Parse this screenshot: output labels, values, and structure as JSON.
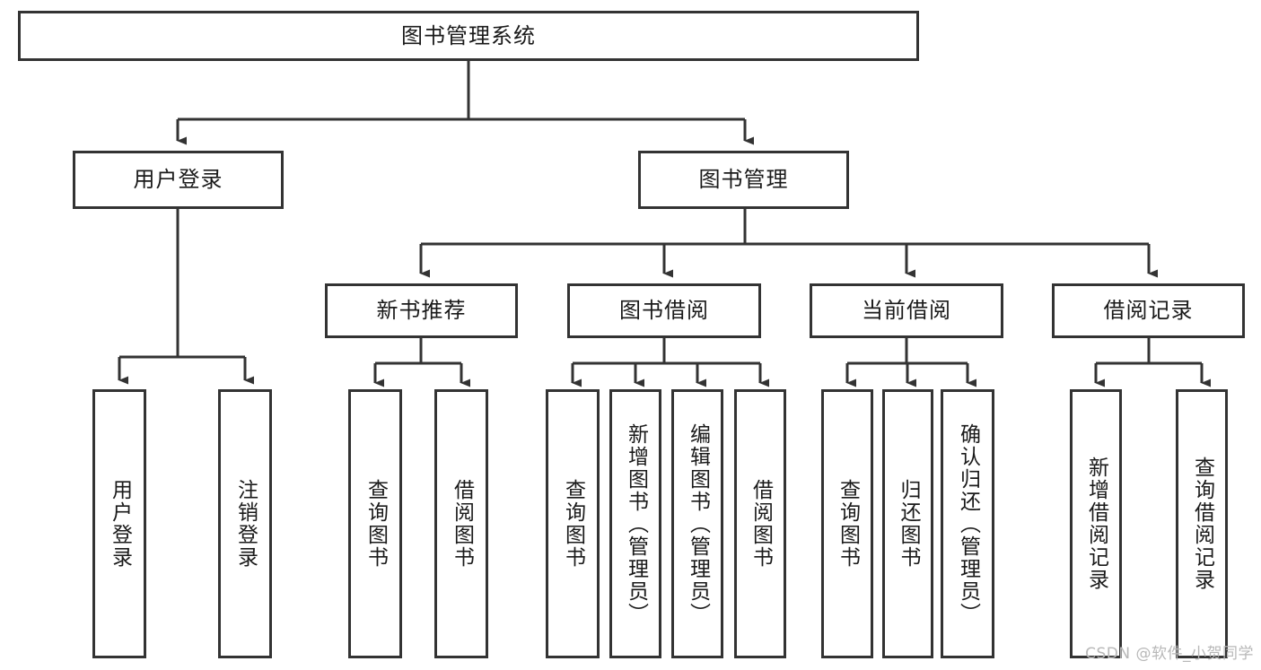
{
  "diagram": {
    "type": "tree",
    "title": "图书管理系统",
    "watermark": "CSDN @软件_小贺同学",
    "colors": {
      "border": "#333333",
      "background": "#ffffff",
      "text": "#1a1a1a",
      "connector": "#333333",
      "watermark": "#b8b8b8"
    },
    "root": {
      "label": "图书管理系统"
    },
    "level2": [
      {
        "label": "用户登录"
      },
      {
        "label": "图书管理"
      }
    ],
    "level3": [
      {
        "label": "新书推荐"
      },
      {
        "label": "图书借阅"
      },
      {
        "label": "当前借阅"
      },
      {
        "label": "借阅记录"
      }
    ],
    "leaves": {
      "user_login": [
        {
          "label": "用户登录"
        },
        {
          "label": "注销登录"
        }
      ],
      "new_book_recommend": [
        {
          "label": "查询图书"
        },
        {
          "label": "借阅图书"
        }
      ],
      "book_borrow": [
        {
          "label": "查询图书"
        },
        {
          "label": "新增图书（管理员）"
        },
        {
          "label": "编辑图书（管理员）"
        },
        {
          "label": "借阅图书"
        }
      ],
      "current_borrow": [
        {
          "label": "查询图书"
        },
        {
          "label": "归还图书"
        },
        {
          "label": "确认归还（管理员）"
        }
      ],
      "borrow_record": [
        {
          "label": "新增借阅记录"
        },
        {
          "label": "查询借阅记录"
        }
      ]
    }
  }
}
